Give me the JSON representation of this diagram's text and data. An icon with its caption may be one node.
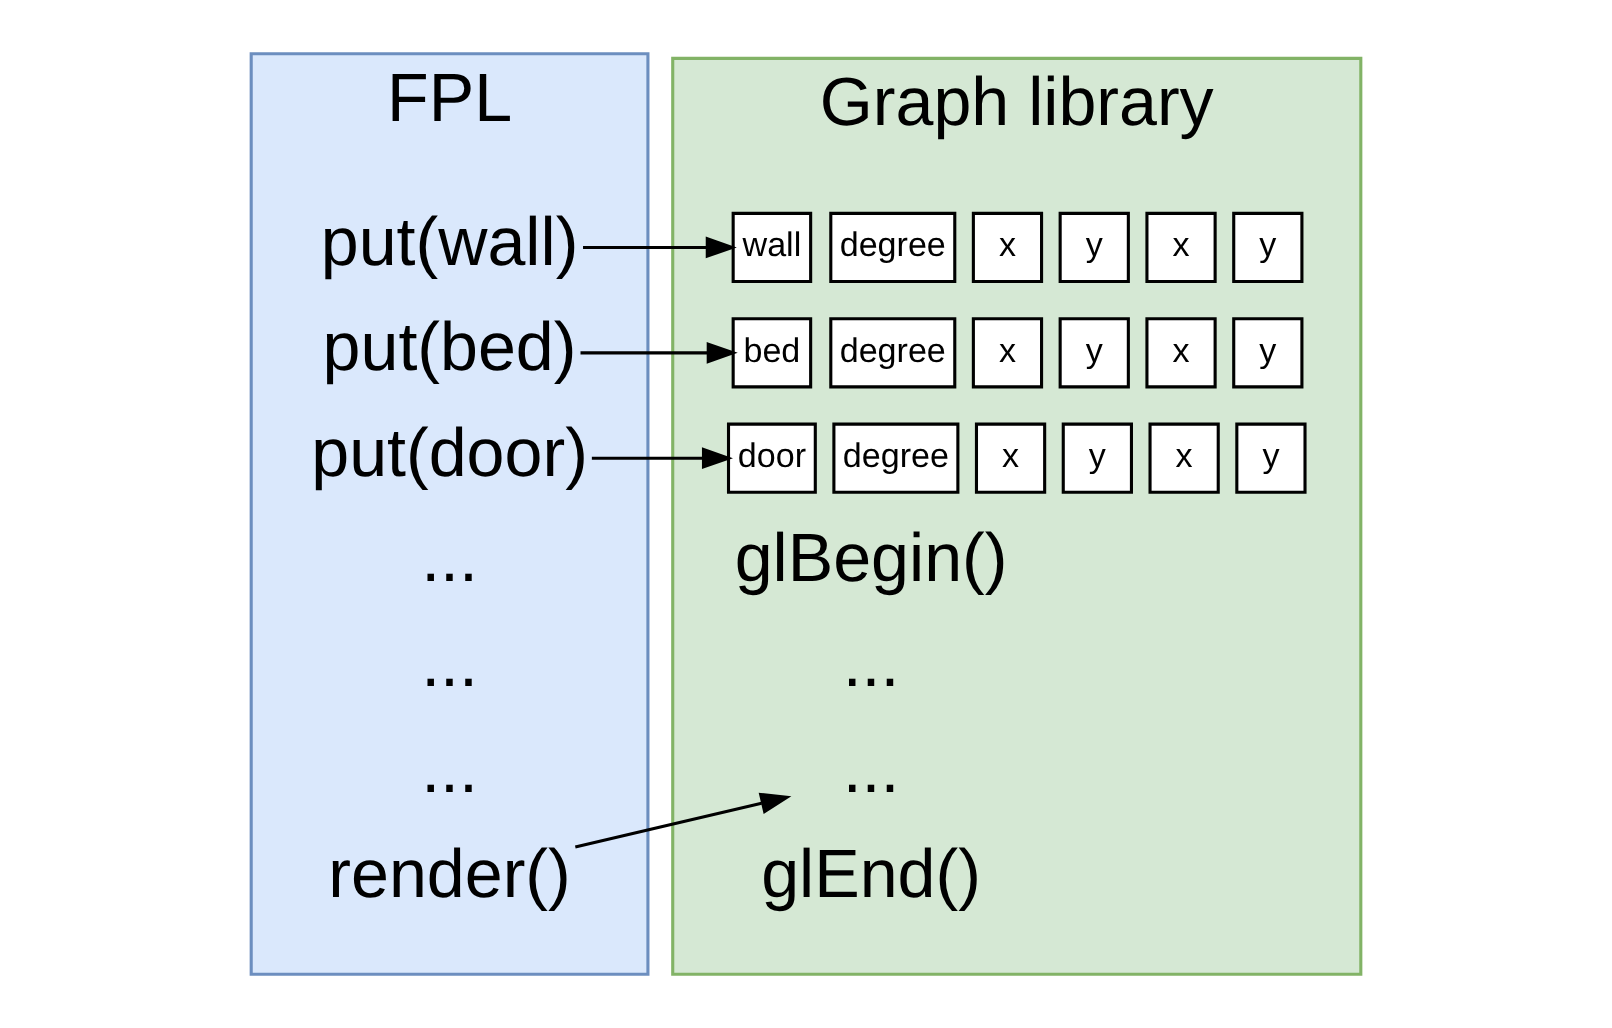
{
  "diagram": {
    "nodes": [
      {
        "text": [
          "FPL"
        ]
      },
      {
        "text": [
          "put(wall)"
        ],
        "in": 0
      },
      {
        "text": [
          "put(bed)"
        ],
        "in": 0
      },
      {
        "text": [
          "put(door)"
        ],
        "in": 0
      },
      {
        "text": [
          "render()"
        ],
        "in": 0
      },
      {
        "text": [
          "Graph library"
        ]
      },
      {
        "text": [
          "wall"
        ],
        "in": 5
      },
      {
        "text": [
          "degree"
        ],
        "in": 5
      },
      {
        "text": [
          "x"
        ],
        "in": 5
      },
      {
        "text": [
          "y"
        ],
        "in": 5
      },
      {
        "text": [
          "x"
        ],
        "in": 5
      },
      {
        "text": [
          "y"
        ],
        "in": 5
      },
      {
        "text": [
          "bed"
        ],
        "in": 5
      },
      {
        "text": [
          "degree"
        ],
        "in": 5
      },
      {
        "text": [
          "x"
        ],
        "in": 5
      },
      {
        "text": [
          "y"
        ],
        "in": 5
      },
      {
        "text": [
          "x"
        ],
        "in": 5
      },
      {
        "text": [
          "y"
        ],
        "in": 5
      },
      {
        "text": [
          "door"
        ],
        "in": 5
      },
      {
        "text": [
          "degree"
        ],
        "in": 5
      },
      {
        "text": [
          "x"
        ],
        "in": 5
      },
      {
        "text": [
          "y"
        ],
        "in": 5
      },
      {
        "text": [
          "x"
        ],
        "in": 5
      },
      {
        "text": [
          "y"
        ],
        "in": 5
      },
      {
        "text": [
          "..."
        ],
        "in": 5
      }
    ],
    "edges": [
      {
        "from": 1,
        "to": 6,
        "arrow": "to"
      },
      {
        "from": 2,
        "to": 12,
        "arrow": "to"
      },
      {
        "from": 3,
        "to": 18,
        "arrow": "to"
      },
      {
        "from": 4,
        "to": 24,
        "arrow": "to"
      }
    ],
    "labels": [
      "...",
      "...",
      "...",
      "glBegin()",
      "...",
      "glEnd()"
    ]
  }
}
